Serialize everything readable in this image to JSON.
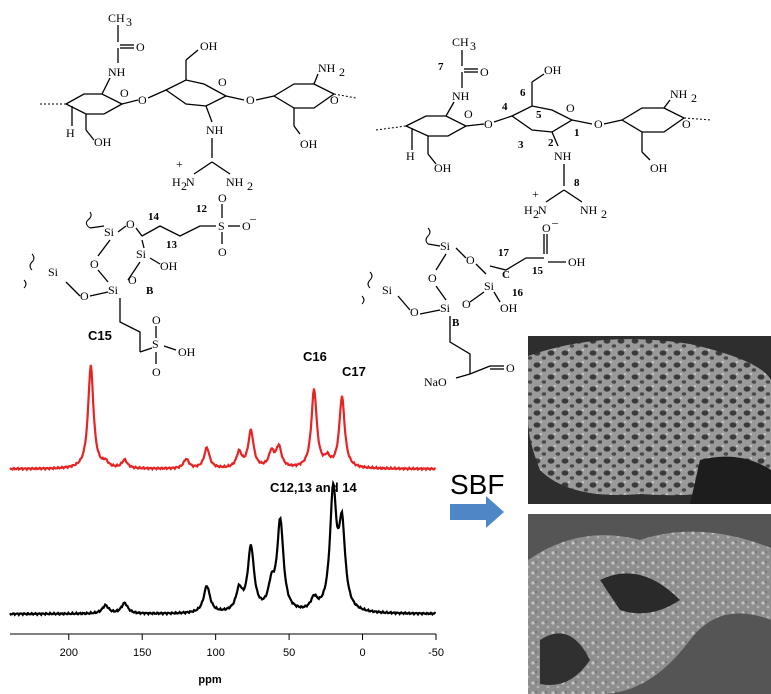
{
  "left_structure": {
    "ch3": "CH",
    "ch3_sub": "3",
    "carbonyl_o": "O",
    "nh": "NH",
    "oh1": "OH",
    "oh2": "OH",
    "oh3": "OH",
    "h": "H",
    "nh2": "NH",
    "nh2_sub": "2",
    "nh_link": "NH",
    "plus": "+",
    "h2n_left": "H",
    "h2n_left_sub": "2",
    "h2n_left_n": "N",
    "nh2_right": "NH",
    "nh2_right_sub": "2",
    "n14": "14",
    "n12": "12",
    "n13": "13",
    "s1": "S",
    "o_s1a": "O",
    "o_s1b": "O",
    "o_s1c": "O",
    "minus": "–",
    "si1": "Si",
    "si2": "Si",
    "si3": "Si",
    "o_ring1": "O",
    "o_ring2": "O",
    "o_ring3": "O",
    "oh_si": "OH",
    "o_si3": "O",
    "label_b": "B",
    "s2": "S",
    "o_s2a": "O",
    "o_s2b": "O",
    "oh_s2": "OH"
  },
  "right_structure": {
    "ch3": "CH",
    "ch3_sub": "3",
    "n7": "7",
    "carbonyl_o": "O",
    "nh": "NH",
    "n6": "6",
    "oh_top": "OH",
    "n4": "4",
    "n5": "5",
    "n3": "3",
    "n2": "2",
    "n1": "1",
    "h": "H",
    "oh_left": "OH",
    "oh_right": "OH",
    "nh2": "NH",
    "nh2_sub": "2",
    "nh_link": "NH",
    "plus": "+",
    "n8": "8",
    "h2n": "H",
    "h2n_sub": "2",
    "h2n_n": "N",
    "nh2_b": "NH",
    "nh2_b_sub": "2",
    "o_minus": "O",
    "minus": "–",
    "n17": "17",
    "n15": "15",
    "oh_15": "OH",
    "n16": "16",
    "si1": "Si",
    "si2": "Si",
    "si3": "Si",
    "o_r1": "O",
    "o_r2": "O",
    "o_r3": "O",
    "label_c": "C",
    "oh_si": "OH",
    "label_b": "B",
    "na_o": "NaO",
    "o_carb": "O"
  },
  "peaks": {
    "c15": "C15",
    "c16": "C16",
    "c17": "C17",
    "c12": "C12,13 and 14"
  },
  "arrow_label": "SBF",
  "colors": {
    "red_trace": "#e82323",
    "black_trace": "#000000",
    "arrow": "#4f86c6",
    "sem_bg": "#7d7d7d"
  },
  "chart_data": {
    "type": "line",
    "xlabel": "ppm",
    "xlim": [
      240,
      -50
    ],
    "x_ticks": [
      200,
      150,
      100,
      50,
      0,
      -50
    ],
    "series": [
      {
        "peaks_ppm": [
          185,
          175,
          162,
          120,
          106,
          84,
          76,
          62,
          57,
          33,
          24,
          14
        ],
        "peaks_rel": [
          1.0,
          0.05,
          0.08,
          0.09,
          0.2,
          0.15,
          0.36,
          0.15,
          0.2,
          0.76,
          0.08,
          0.69
        ]
      },
      {
        "peaks_ppm": [
          175,
          162,
          106,
          84,
          76,
          62,
          56,
          33,
          20,
          14
        ],
        "peaks_rel": [
          0.07,
          0.09,
          0.23,
          0.18,
          0.55,
          0.2,
          0.77,
          0.1,
          1.0,
          0.7
        ]
      }
    ]
  }
}
